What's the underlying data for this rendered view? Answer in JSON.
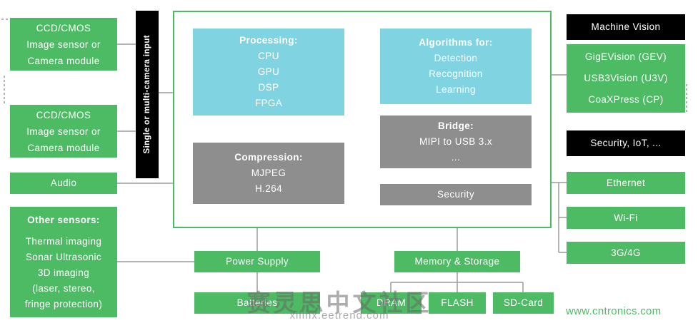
{
  "colors": {
    "green": "#4cbb63",
    "light_blue": "#80d4e2",
    "gray": "#8e8e8e",
    "black": "#000000",
    "connector": "#9b9b9b"
  },
  "left": {
    "sensor_top": {
      "lines": [
        "CCD/CMOS",
        "Image sensor or",
        "Camera module"
      ]
    },
    "sensor_bottom": {
      "lines": [
        "CCD/CMOS",
        "Image sensor or",
        "Camera module"
      ]
    },
    "audio": {
      "label": "Audio"
    },
    "other_sensors": {
      "title": "Other sensors:",
      "lines": [
        "Thermal imaging",
        "Sonar Ultrasonic",
        "3D imaging",
        "(laser, stereo,",
        "fringe protection)"
      ]
    },
    "camera_input_bar": {
      "label": "Single or multi-camera input"
    }
  },
  "center": {
    "processing": {
      "title": "Processing:",
      "lines": [
        "CPU",
        "GPU",
        "DSP",
        "FPGA"
      ]
    },
    "compression": {
      "title": "Compression:",
      "lines": [
        "MJPEG",
        "H.264"
      ]
    },
    "algorithms": {
      "title": "Algorithms for:",
      "lines": [
        "Detection",
        "Recognition",
        "Learning"
      ]
    },
    "bridge": {
      "title": "Bridge:",
      "lines": [
        "MIPI to USB 3.x",
        "..."
      ]
    },
    "security": {
      "label": "Security"
    }
  },
  "right": {
    "machine_vision_header": {
      "label": "Machine Vision"
    },
    "protocols": {
      "lines": [
        "GigEVision (GEV)",
        "USB3Vision (U3V)",
        "CoaXPress (CP)"
      ]
    },
    "security_iot_header": {
      "label": "Security, IoT, ..."
    },
    "ethernet": {
      "label": "Ethernet"
    },
    "wifi": {
      "label": "Wi-Fi"
    },
    "cellular": {
      "label": "3G/4G"
    }
  },
  "bottom": {
    "power_supply": {
      "label": "Power Supply"
    },
    "batteries": {
      "label": "Batteries"
    },
    "memory_storage": {
      "label": "Memory & Storage"
    },
    "dram": {
      "label": "DRAM"
    },
    "flash": {
      "label": "FLASH"
    },
    "sdcard": {
      "label": "SD-Card"
    }
  },
  "watermark": {
    "cn": "赛灵思中文社区",
    "url": "xilinx.eetrend.com",
    "site": "www.cntronics.com"
  }
}
